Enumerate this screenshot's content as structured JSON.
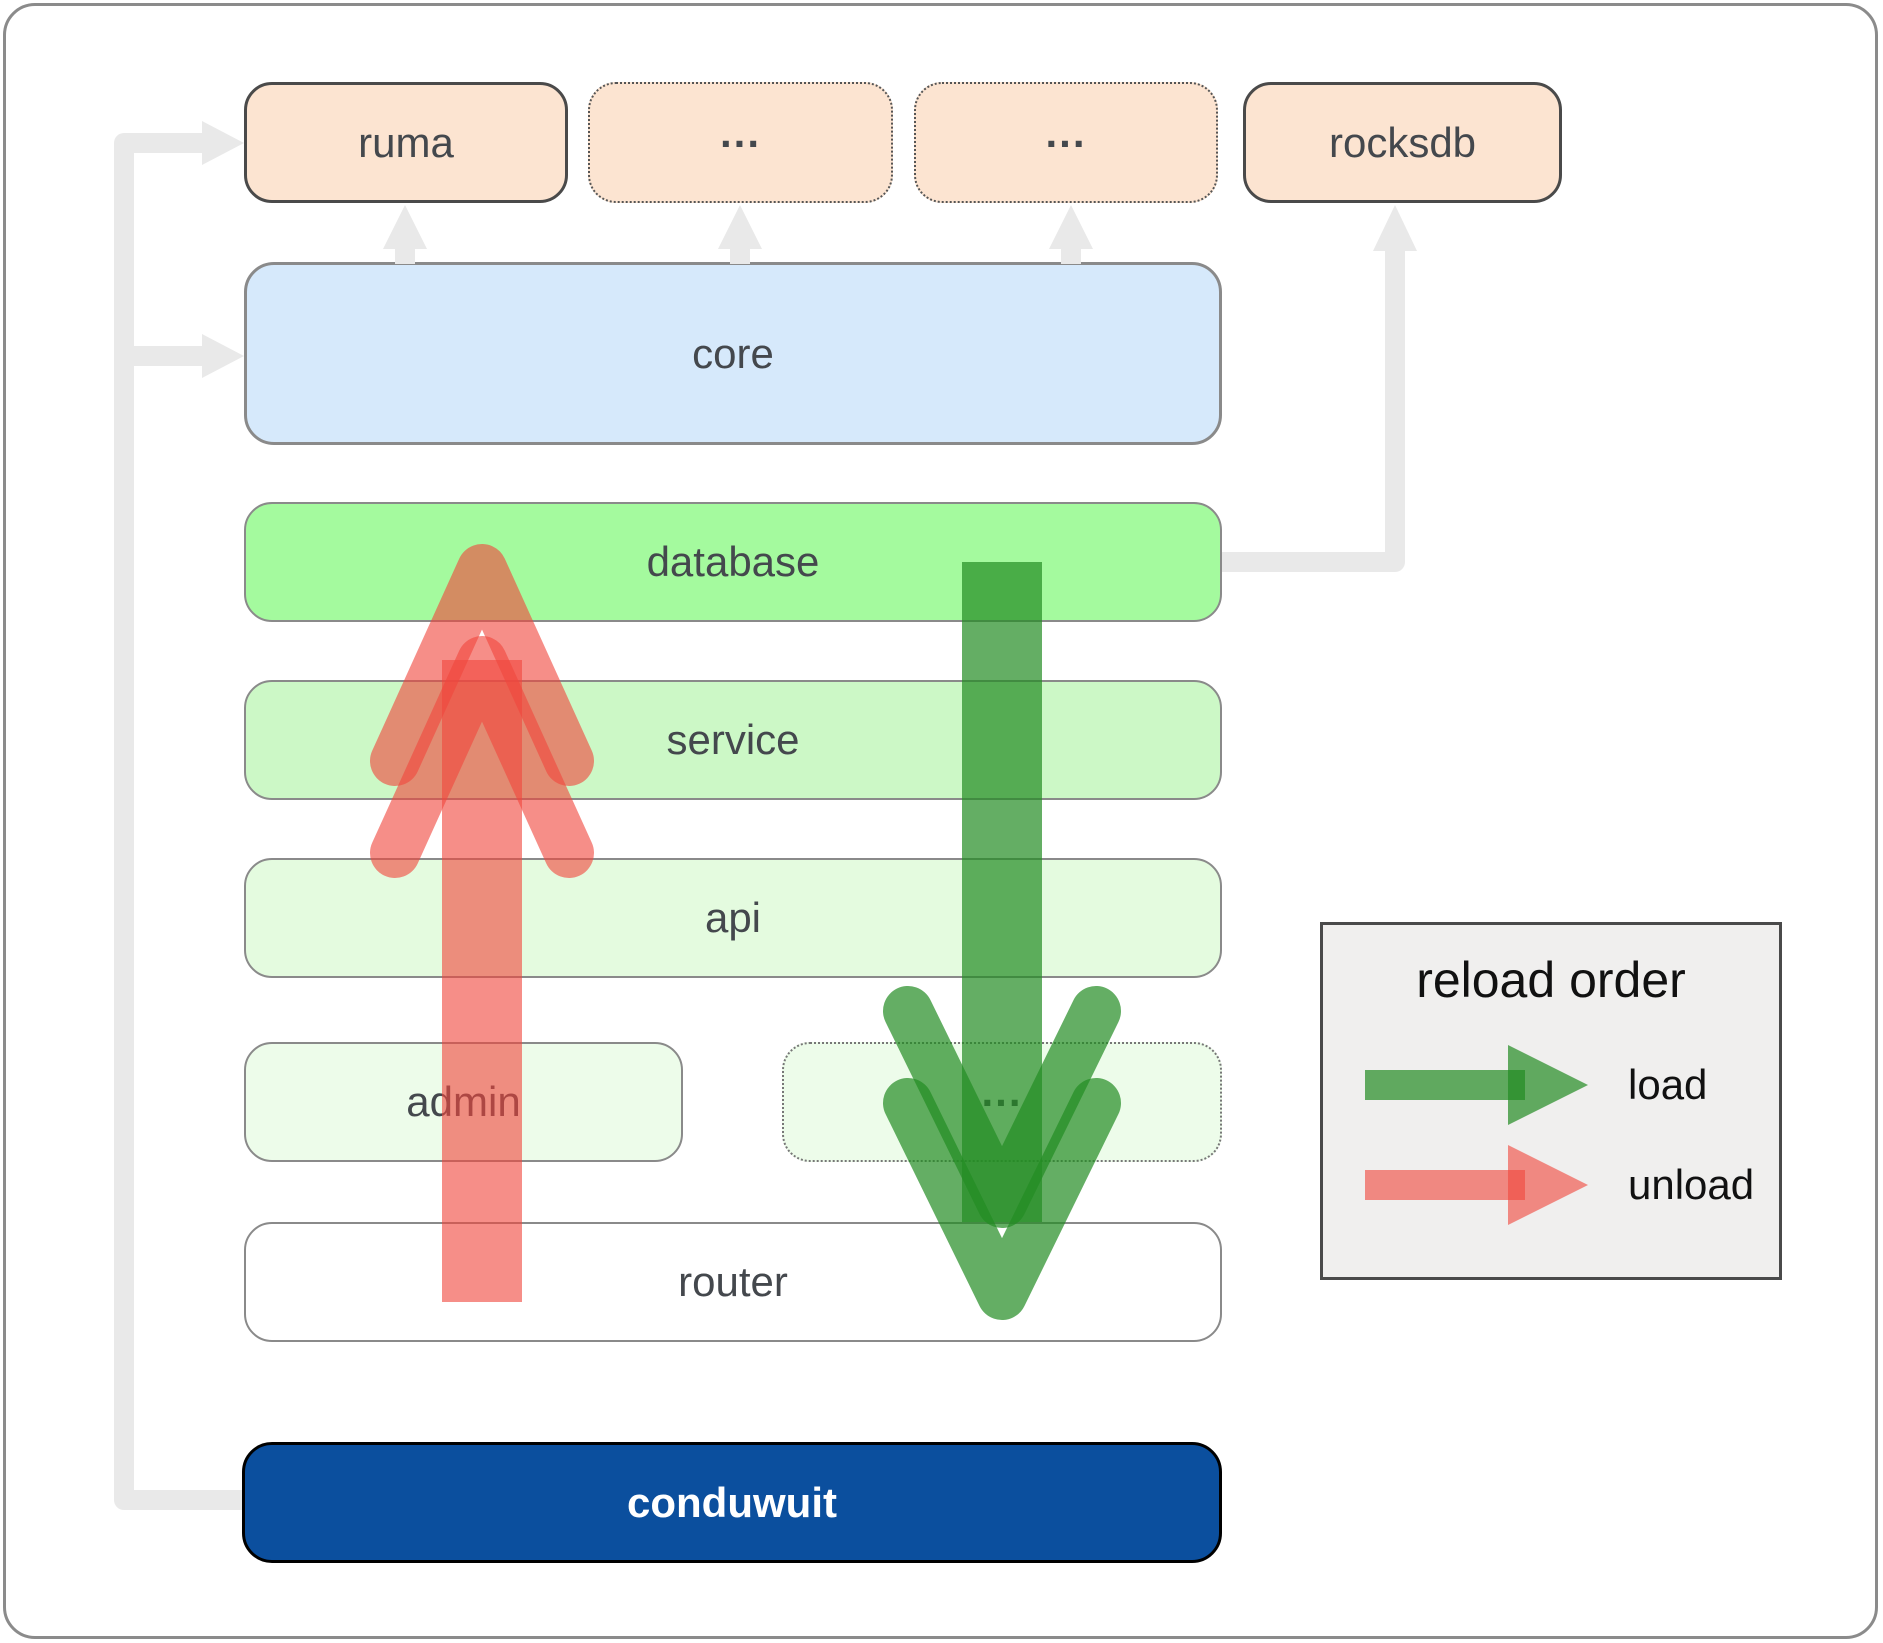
{
  "boxes": {
    "ruma": {
      "label": "ruma"
    },
    "ellipsis_top_1": {
      "label": "..."
    },
    "ellipsis_top_2": {
      "label": "..."
    },
    "rocksdb": {
      "label": "rocksdb"
    },
    "core": {
      "label": "core"
    },
    "database": {
      "label": "database"
    },
    "service": {
      "label": "service"
    },
    "api": {
      "label": "api"
    },
    "admin": {
      "label": "admin"
    },
    "ellipsis_module": {
      "label": "..."
    },
    "router": {
      "label": "router"
    },
    "conduwuit": {
      "label": "conduwuit"
    }
  },
  "legend": {
    "title": "reload order",
    "load_label": "load",
    "unload_label": "unload"
  },
  "flows": {
    "load": {
      "color_name": "load-green",
      "direction": "down",
      "from": "database",
      "to": "router"
    },
    "unload": {
      "color_name": "unload-red",
      "direction": "up",
      "from": "router",
      "to": "database"
    },
    "dependency_links": [
      {
        "from": "conduwuit",
        "to": "ruma"
      },
      {
        "from": "conduwuit",
        "to": "core"
      },
      {
        "from": "core",
        "to": "ruma"
      },
      {
        "from": "core",
        "to": "ellipsis_top_1"
      },
      {
        "from": "core",
        "to": "ellipsis_top_2"
      },
      {
        "from": "database",
        "to": "rocksdb"
      }
    ]
  },
  "colors": {
    "frame-border": "#8b8b8b",
    "connector-gray": "#e9e9e9",
    "peach-fill": "#fce4d1",
    "peach-border": "#4a4a4a",
    "core-fill": "#d6e9fb",
    "database-fill": "#a4fa9e",
    "service-fill": "#ccf8c6",
    "api-fill": "#e4fbdf",
    "module-fill": "#edfcea",
    "router-fill": "#ffffff",
    "box-border-gray": "#8a8a8a",
    "conduwuit-fill": "#0b4f9e",
    "conduwuit-border": "#000000",
    "load-green": "#228b22",
    "unload-red": "#f0463c",
    "label-color": "#44484d",
    "legend-bg": "#f0efee",
    "legend-border": "#4a4a4a"
  }
}
